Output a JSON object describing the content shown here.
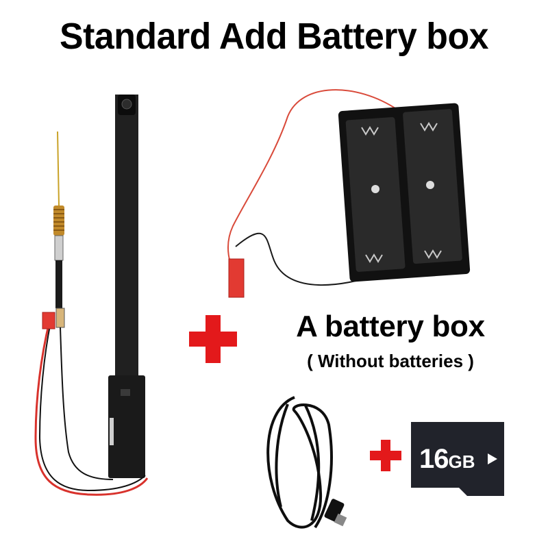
{
  "title": "Standard Add Battery box",
  "battery_caption": "A battery box",
  "battery_note": "( Without batteries )",
  "sd_card": {
    "size": "16",
    "unit": "GB"
  },
  "colors": {
    "plus": "#e3191b",
    "board": "#1e1e1e",
    "wire_red": "#d8322c",
    "wire_black": "#111111",
    "connector": "#e23a32",
    "card": "#21232b"
  },
  "icons": [
    "plus-icon",
    "plus-icon"
  ]
}
